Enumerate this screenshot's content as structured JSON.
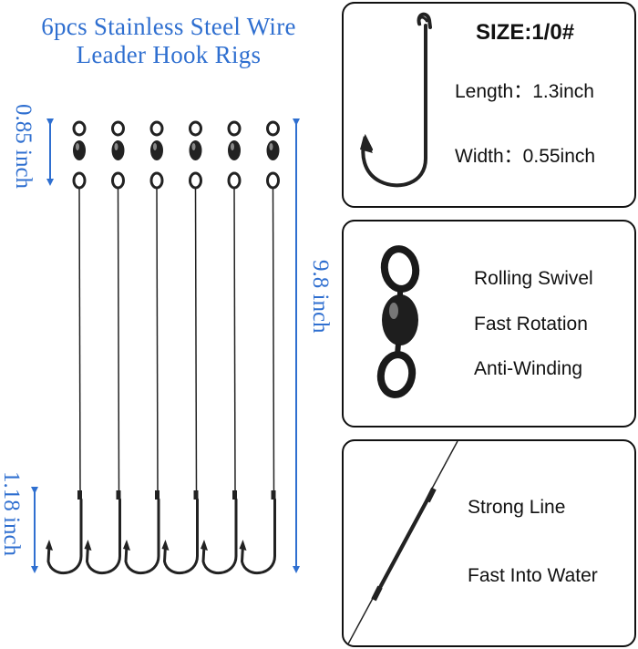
{
  "title": {
    "line1": "6pcs Stainless Steel Wire",
    "line2": "Leader Hook Rigs"
  },
  "dimensions": {
    "swivel": "0.85 inch",
    "total": "9.8 inch",
    "hook": "1.18 inch"
  },
  "rig_count": 6,
  "panels": {
    "hook": {
      "size": "SIZE:1/0#",
      "length": "Length：1.3inch",
      "width": "Width：0.55inch"
    },
    "swivel": {
      "f1": "Rolling Swivel",
      "f2": "Fast Rotation",
      "f3": "Anti-Winding"
    },
    "line": {
      "f1": "Strong Line",
      "f2": "Fast Into Water"
    }
  },
  "colors": {
    "accent": "#2f6fd0",
    "ink": "#111111",
    "metal": "#222222"
  }
}
